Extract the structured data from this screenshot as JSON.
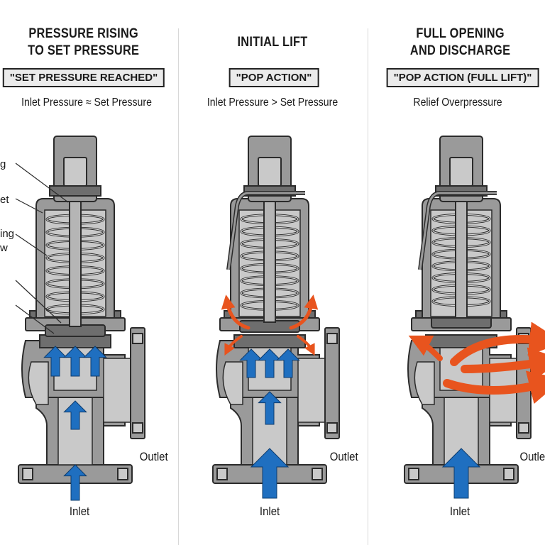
{
  "panels": [
    {
      "title_line1": "PRESSURE RISING",
      "title_line2": "TO SET PRESSURE",
      "badge": "\"SET PRESSURE REACHED\"",
      "condition": "Inlet Pressure ≈ Set Pressure",
      "inlet_label": "Inlet",
      "outlet_label": "Outlet",
      "flow_state": "closed"
    },
    {
      "title_line1": "INITIAL LIFT",
      "title_line2": "",
      "badge": "\"POP ACTION\"",
      "condition": "Inlet Pressure > Set Pressure",
      "inlet_label": "Inlet",
      "outlet_label": "Outlet",
      "flow_state": "initial-lift"
    },
    {
      "title_line1": "FULL OPENING",
      "title_line2": "AND DISCHARGE",
      "badge": "\"POP ACTION (FULL LIFT)\"",
      "condition": "Relief Overpressure",
      "inlet_label": "Inlet",
      "outlet_label": "Outle",
      "flow_state": "full-lift"
    }
  ],
  "side_labels": [
    "g",
    "et",
    "ing",
    "w"
  ],
  "colors": {
    "body": "#9a9a9a",
    "body_dark": "#6e6e6e",
    "cavity": "#c9c9c9",
    "outline": "#2b2b2b",
    "flow_blue": "#1f6fc0",
    "flow_orange": "#e8541e"
  }
}
